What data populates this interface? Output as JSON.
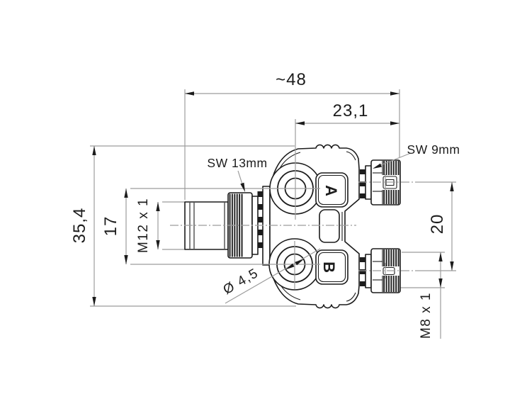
{
  "drawing": {
    "dimensions": {
      "overall_length": "~48",
      "m8_port_offset": "23,1",
      "overall_height": "35,4",
      "mounting_hole_spacing": "17",
      "m12_thread": "M12 x 1",
      "m8_port_spacing": "20",
      "m8_thread": "M8 x 1",
      "mounting_hole_diameter": "Ø 4,5",
      "m12_wrench_size": "SW 13mm",
      "m8_wrench_size": "SW 9mm"
    },
    "port_labels": {
      "port_a": "A",
      "port_b": "B"
    },
    "colors": {
      "ink": "#1c1c1c",
      "construction_line": "#9c9c9c",
      "background": "#ffffff"
    }
  }
}
